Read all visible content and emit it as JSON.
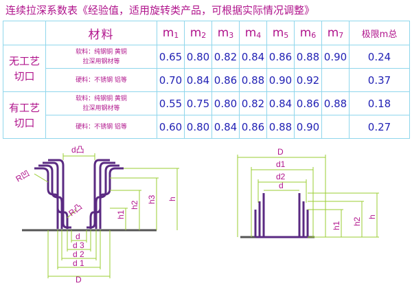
{
  "title": "连续拉深系数表《经验值，适用旋转类产品，可根据实际情况调整》",
  "table": {
    "header": {
      "material": "材料",
      "m_labels": [
        {
          "base": "m",
          "sub": "1"
        },
        {
          "base": "m",
          "sub": "2"
        },
        {
          "base": "m",
          "sub": "3"
        },
        {
          "base": "m",
          "sub": "4"
        },
        {
          "base": "m",
          "sub": "5"
        },
        {
          "base": "m",
          "sub": "6"
        },
        {
          "base": "m",
          "sub": "7"
        }
      ],
      "limit": "极限m总"
    },
    "groups": [
      {
        "name_line1": "无工艺",
        "name_line2": "切口",
        "rows": [
          {
            "material_line1": "软料：纯钢铜 黄铜",
            "material_line2": "拉深用钢材等",
            "values": [
              "0.65",
              "0.80",
              "0.82",
              "0.84",
              "0.86",
              "0.88",
              "0.90"
            ],
            "limit": "0.24"
          },
          {
            "material_line1": "硬料：不锈钢  铝等",
            "material_line2": "",
            "values": [
              "0.70",
              "0.84",
              "0.86",
              "0.88",
              "0.90",
              "0.92",
              ""
            ],
            "limit": "0.37"
          }
        ]
      },
      {
        "name_line1": "有工艺",
        "name_line2": "切口",
        "rows": [
          {
            "material_line1": "软料：纯钢铜 黄铜",
            "material_line2": "拉深用钢材等",
            "values": [
              "0.55",
              "0.75",
              "0.80",
              "0.82",
              "0.84",
              "0.86",
              "0.88"
            ],
            "limit": "0.18"
          },
          {
            "material_line1": "硬料：不锈钢  铝等",
            "material_line2": "",
            "values": [
              "0.60",
              "0.80",
              "0.84",
              "0.86",
              "0.88",
              "0.90",
              ""
            ],
            "limit": "0.27"
          }
        ]
      }
    ]
  },
  "diagram_left": {
    "d_punch": "d凸",
    "r_die": "R凹",
    "r_punch": "R凸",
    "h1": "h1",
    "h2": "h2",
    "h3": "h3",
    "h": "h",
    "d": "d",
    "d3": "d 3",
    "d2": "d 2",
    "d1": "d 1",
    "D": "D"
  },
  "diagram_right": {
    "D": "D",
    "d1": "d1",
    "d2": "d2",
    "d": "d",
    "h1": "h1",
    "h2": "h2",
    "h": "h"
  },
  "colors": {
    "title": "#b0148c",
    "values": "#1f1fb4",
    "grid": "#8fd6ec",
    "part": "#5a2a82",
    "dimension": "#9acd32"
  }
}
